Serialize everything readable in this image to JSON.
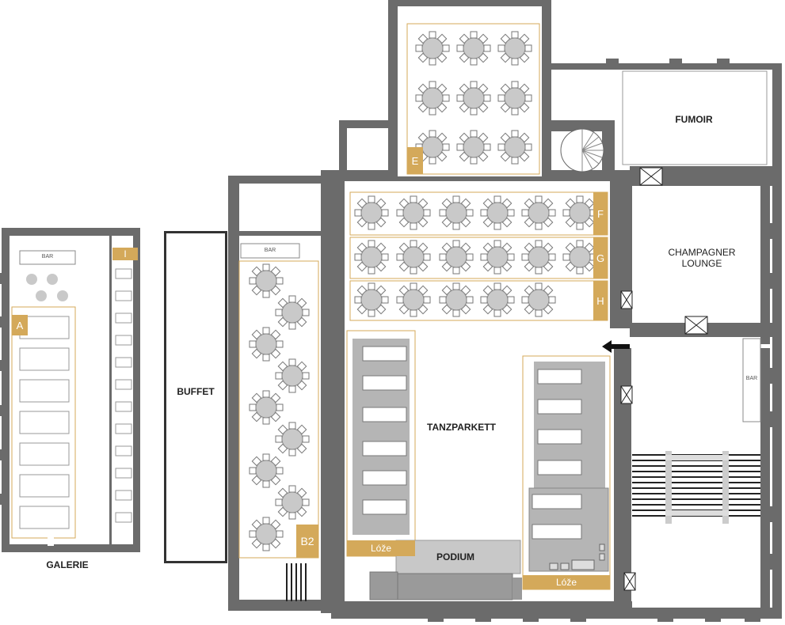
{
  "rooms": {
    "galerie": "GALERIE",
    "buffet": "BUFFET",
    "fumoir": "FUMOIR",
    "champagner_line1": "CHAMPAGNER",
    "champagner_line2": "LOUNGE",
    "tanzparkett": "TANZPARKETT",
    "podium": "PODIUM"
  },
  "bars": {
    "galerie_bar": "BAR",
    "b2_bar": "BAR",
    "lounge_bar": "BAR"
  },
  "zones": {
    "a": "A",
    "b2": "B2",
    "e": "E",
    "f": "F",
    "g": "G",
    "h": "H",
    "i": "I",
    "loze_left": "Lóže",
    "loze_right": "Lóže"
  },
  "colors": {
    "wall": "#6b6b6b",
    "accent": "#d4a95a",
    "table": "#c9c9c9",
    "loze_area": "#b5b5b5",
    "podium": "#c8c8c8"
  }
}
